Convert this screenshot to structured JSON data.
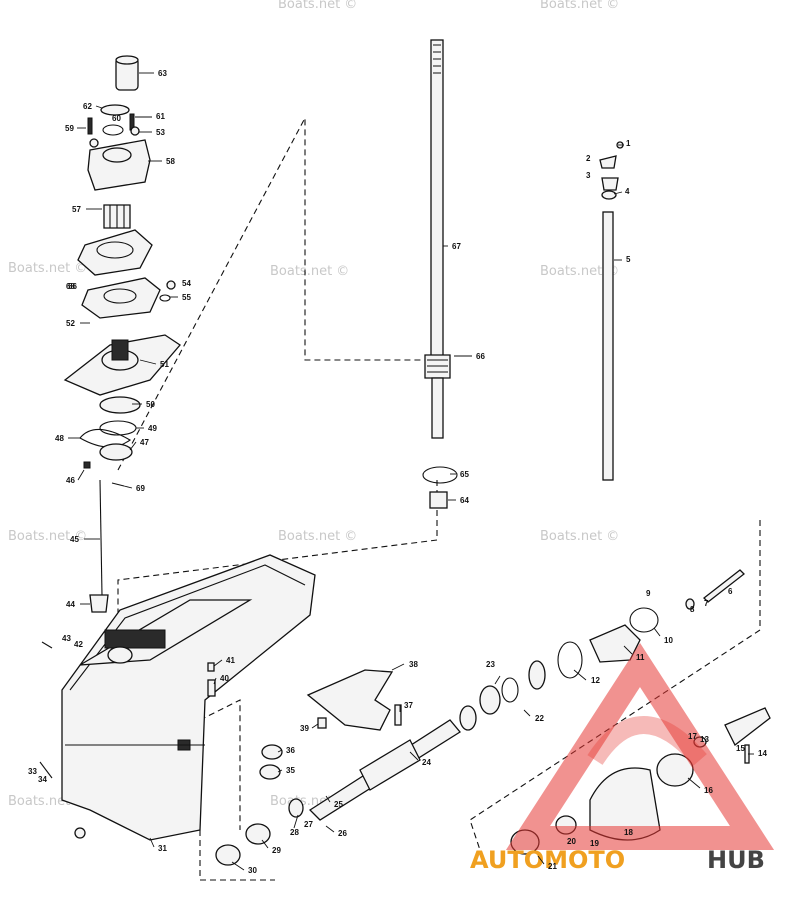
{
  "watermark": "Boats.net ©",
  "logo": {
    "text_orange": "AUTOMOTO",
    "text_gray": "HUB",
    "orange": "#f0a020",
    "gray": "#444444",
    "red": "#e53935"
  },
  "callouts": [
    "1",
    "2",
    "3",
    "4",
    "5",
    "6",
    "7",
    "8",
    "9",
    "10",
    "11",
    "12",
    "13",
    "14",
    "15",
    "16",
    "17",
    "18",
    "19",
    "20",
    "21",
    "22",
    "23",
    "24",
    "25",
    "26",
    "27",
    "28",
    "29",
    "30",
    "31",
    "33",
    "34",
    "35",
    "36",
    "37",
    "38",
    "39",
    "40",
    "41",
    "42",
    "43",
    "44",
    "45",
    "46",
    "47",
    "48",
    "49",
    "50",
    "51",
    "52",
    "53",
    "54",
    "55",
    "56",
    "57",
    "58",
    "59",
    "60",
    "61",
    "62",
    "63",
    "64",
    "65",
    "66",
    "67",
    "68",
    "69"
  ]
}
